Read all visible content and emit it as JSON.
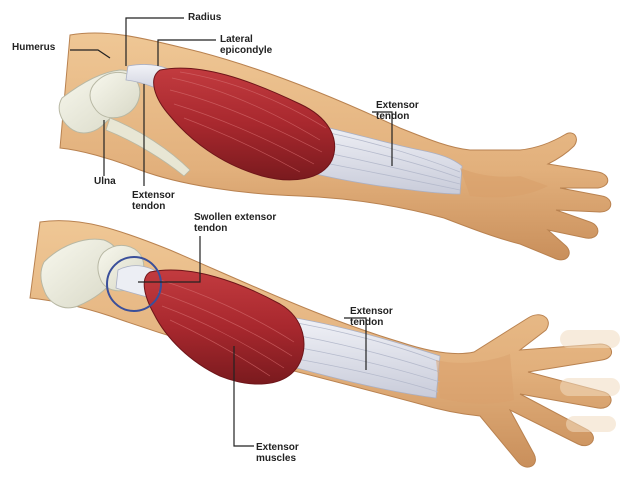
{
  "labels": {
    "humerus": "Humerus",
    "radius": "Radius",
    "lateral_epicondyle": "Lateral\nepicondyle",
    "extensor_tendon_top_right": "Extensor\ntendon",
    "ulna": "Ulna",
    "extensor_tendon_top_left": "Extensor\ntendon",
    "swollen_extensor_tendon": "Swollen extensor\ntendon",
    "extensor_tendon_bottom": "Extensor\ntendon",
    "extensor_muscles": "Extensor\nmuscles"
  },
  "colors": {
    "skin": "#e7b987",
    "skin_shadow": "#c8915e",
    "bone": "#eeeee0",
    "muscle": "#a8282e",
    "muscle_dark": "#6e1519",
    "tendon": "#e4e6ef",
    "leader_line": "#222222",
    "circle": "#3a4f9a"
  }
}
